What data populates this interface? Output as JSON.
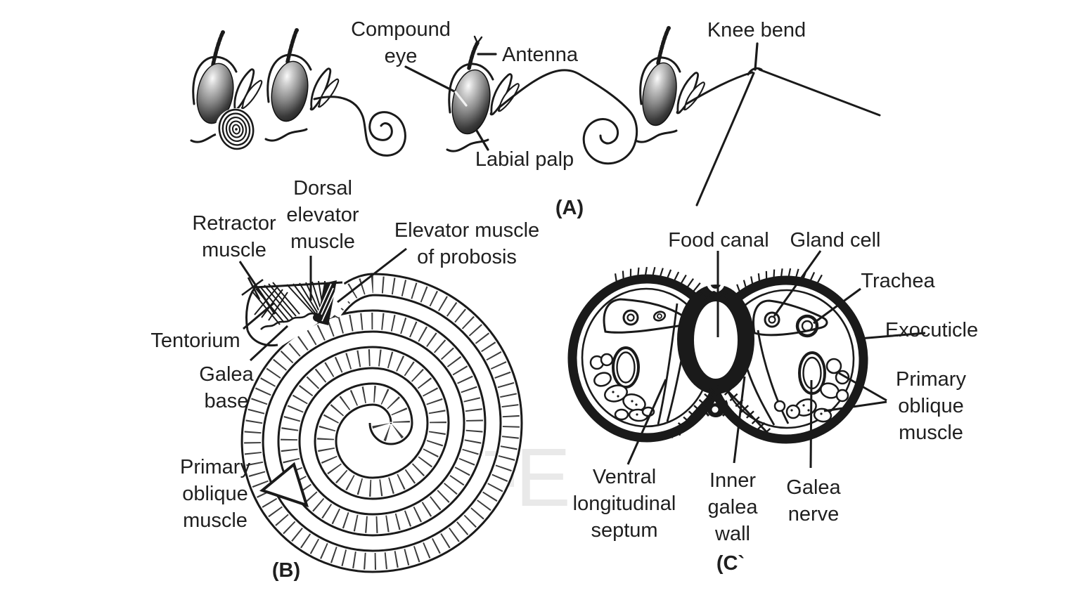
{
  "figure_type": "insect proboscis anatomy diagram",
  "colors": {
    "ink": "#1a1a1a",
    "paper": "#ffffff",
    "watermark": "#e9e9e9"
  },
  "panel_a": {
    "caption": "(A)",
    "labels": {
      "compound_eye": "Compound\neye",
      "antenna": "Antenna",
      "labial_palp": "Labial palp",
      "knee_bend": "Knee bend"
    }
  },
  "panel_b": {
    "caption": "(B)",
    "labels": {
      "retractor_muscle": "Retractor\nmuscle",
      "dorsal_elevator_muscle": "Dorsal\nelevator\nmuscle",
      "elevator_muscle_of_probosis": "Elevator muscle\nof probosis",
      "tentorium": "Tentorium",
      "galea_base": "Galea\nbase",
      "primary_oblique_muscle": "Primary\noblique\nmuscle"
    }
  },
  "panel_c": {
    "caption": "(C`",
    "labels": {
      "food_canal": "Food canal",
      "gland_cell": "Gland cell",
      "trachea": "Trachea",
      "exocuticle": "Exocuticle",
      "primary_oblique_muscle": "Primary\noblique\nmuscle",
      "ventral_longitudinal_septum": "Ventral\nlongitudinal\nseptum",
      "inner_galea_wall": "Inner\ngalea\nwall",
      "galea_nerve": "Galea\nnerve"
    }
  },
  "watermark": "E"
}
